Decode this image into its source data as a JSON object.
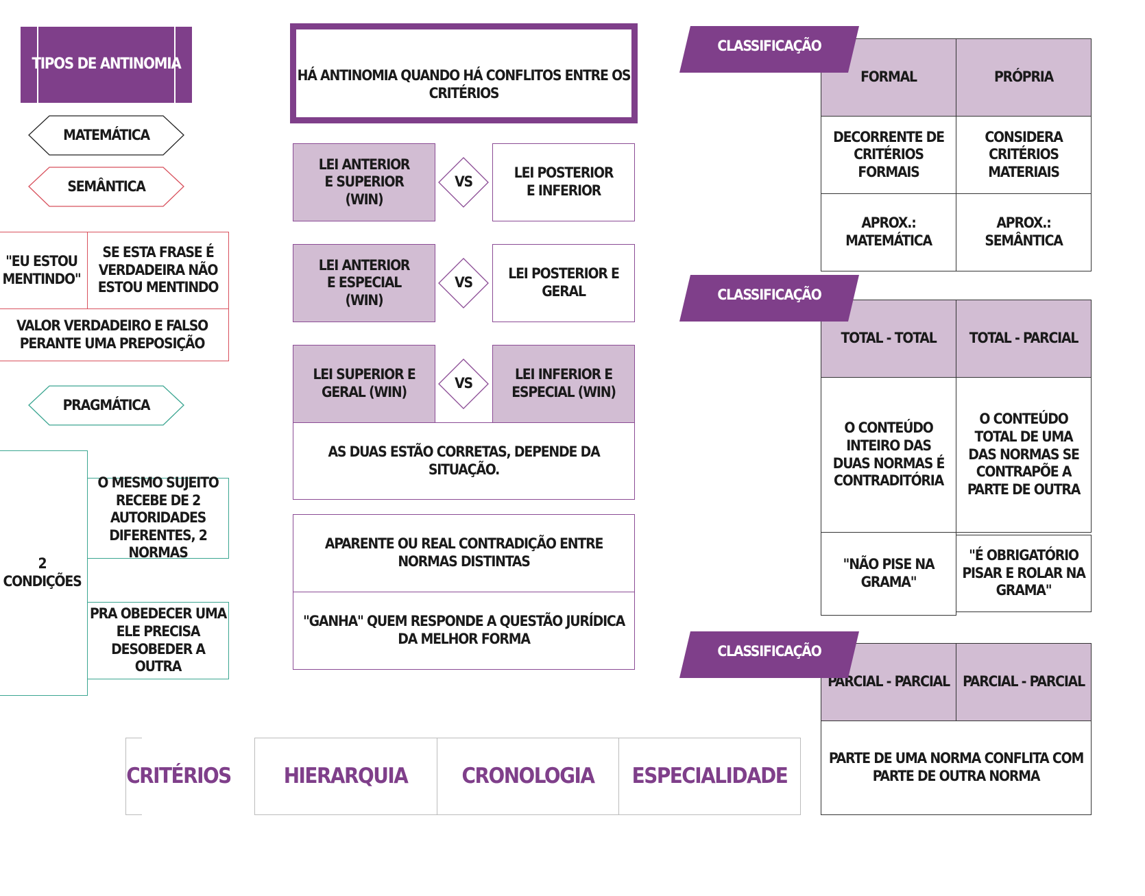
{
  "left": {
    "title": "TIPOS DE ANTINOMIA",
    "types": [
      "MATEMÁTICA",
      "SEMÂNTICA",
      "PRAGMÁTICA"
    ],
    "semantica_example": {
      "quote": "\"EU ESTOU MENTINDO\"",
      "explanation": "SE ESTA FRASE É VERDADEIRA NÃO ESTOU MENTINDO",
      "value": "VALOR VERDADEIRO E FALSO PERANTE UMA PREPOSIÇÃO"
    },
    "pragmatica": {
      "conditions": "2 CONDIÇÕES",
      "condition_1": "O MESMO SUJEITO RECEBE DE 2 AUTORIDADES DIFERENTES, 2 NORMAS",
      "condition_2": "PRA OBEDECER UMA ELE PRECISA DESOBEDER A OUTRA"
    }
  },
  "middle": {
    "header": "HÁ ANTINOMIA QUANDO HÁ CONFLITOS  ENTRE OS CRITÉRIOS",
    "vs_label": "VS",
    "rows": [
      {
        "left": "LEI ANTERIOR E SUPERIOR (WIN)",
        "right": "LEI POSTERIOR E INFERIOR"
      },
      {
        "left": "LEI ANTERIOR E ESPECIAL (WIN)",
        "right": "LEI POSTERIOR E GERAL"
      },
      {
        "left": "LEI SUPERIOR E GERAL (WIN)",
        "right": "LEI INFERIOR E ESPECIAL (WIN)"
      }
    ],
    "conclusion": "AS DUAS ESTÃO CORRETAS, DEPENDE DA SITUAÇÃO.",
    "definition": "APARENTE OU REAL CONTRADIÇÃO ENTRE NORMAS DISTINTAS",
    "winner": "\"GANHA\" QUEM RESPONDE A QUESTÃO JURÍDICA DA MELHOR FORMA"
  },
  "criteria": {
    "label": "CRITÉRIOS",
    "items": [
      "HIERARQUIA",
      "CRONOLOGIA",
      "ESPECIALIDADE"
    ]
  },
  "right": {
    "tag": "CLASSIFICAÇÃO",
    "table1": {
      "headers": [
        "FORMAL",
        "PRÓPRIA"
      ],
      "row1": [
        "DECORRENTE DE CRITÉRIOS FORMAIS",
        "CONSIDERA CRITÉRIOS MATERIAIS"
      ],
      "row2": [
        "APROX.: MATEMÁTICA",
        "APROX.: SEMÂNTICA"
      ]
    },
    "table2": {
      "headers": [
        "TOTAL - TOTAL",
        "TOTAL - PARCIAL"
      ],
      "row1": [
        "O CONTEÚDO INTEIRO DAS DUAS NORMAS É CONTRADITÓRIA",
        "O CONTEÚDO TOTAL DE UMA DAS NORMAS SE CONTRAPÕE A PARTE DE OUTRA"
      ],
      "row2": [
        "\"NÃO PISE NA GRAMA\"",
        "\"É OBRIGATÓRIO PISAR E ROLAR NA GRAMA\""
      ]
    },
    "table3": {
      "headers": [
        "PARCIAL - PARCIAL",
        "PARCIAL - PARCIAL"
      ],
      "row1": "PARTE DE UMA NORMA CONFLITA COM PARTE DE OUTRA NORMA"
    }
  },
  "colors": {
    "accent": "#7f3f8a",
    "light": "#d2bdd3",
    "red": "#d8505c",
    "teal": "#3aa590"
  }
}
